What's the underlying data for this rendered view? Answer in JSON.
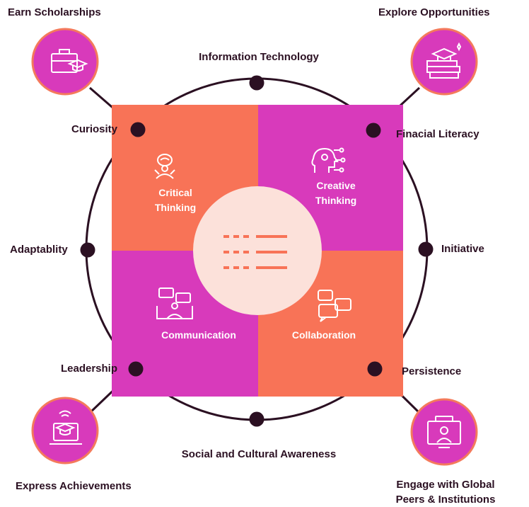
{
  "colors": {
    "orange": "#F87357",
    "magenta": "#D83ABB",
    "dark": "#2B1022",
    "center": "#FCE1DA",
    "badge_border": "#F47A5C"
  },
  "quadrants": {
    "top_left": {
      "line1": "Critical",
      "line2": "Thinking",
      "icon": "brain-person-icon"
    },
    "top_right": {
      "line1": "Creative",
      "line2": "Thinking",
      "icon": "head-gear-icon"
    },
    "bottom_left": {
      "label": "Communication",
      "icon": "people-chat-icon"
    },
    "bottom_right": {
      "label": "Collaboration",
      "icon": "speech-bubbles-icon"
    }
  },
  "center_icon": "menu-list-icon",
  "ring_labels": {
    "top": "Information Technology",
    "upper_left": "Curiosity",
    "upper_right": "Finacial Literacy",
    "left": "Adaptablity",
    "right": "Initiative",
    "lower_left": "Leadership",
    "lower_right": "Persistence",
    "bottom": "Social and Cultural Awareness"
  },
  "corner_badges": {
    "top_left": {
      "label": "Earn Scholarships",
      "icon": "briefcase-graduation-icon"
    },
    "top_right": {
      "label": "Explore Opportunities",
      "icon": "books-graduation-cap-icon"
    },
    "bottom_left": {
      "label": "Express Achievements",
      "icon": "laptop-graduation-cap-icon"
    },
    "bottom_right": {
      "line1": "Engage with Global",
      "line2": "Peers & Institutions",
      "icon": "video-call-icon"
    }
  }
}
